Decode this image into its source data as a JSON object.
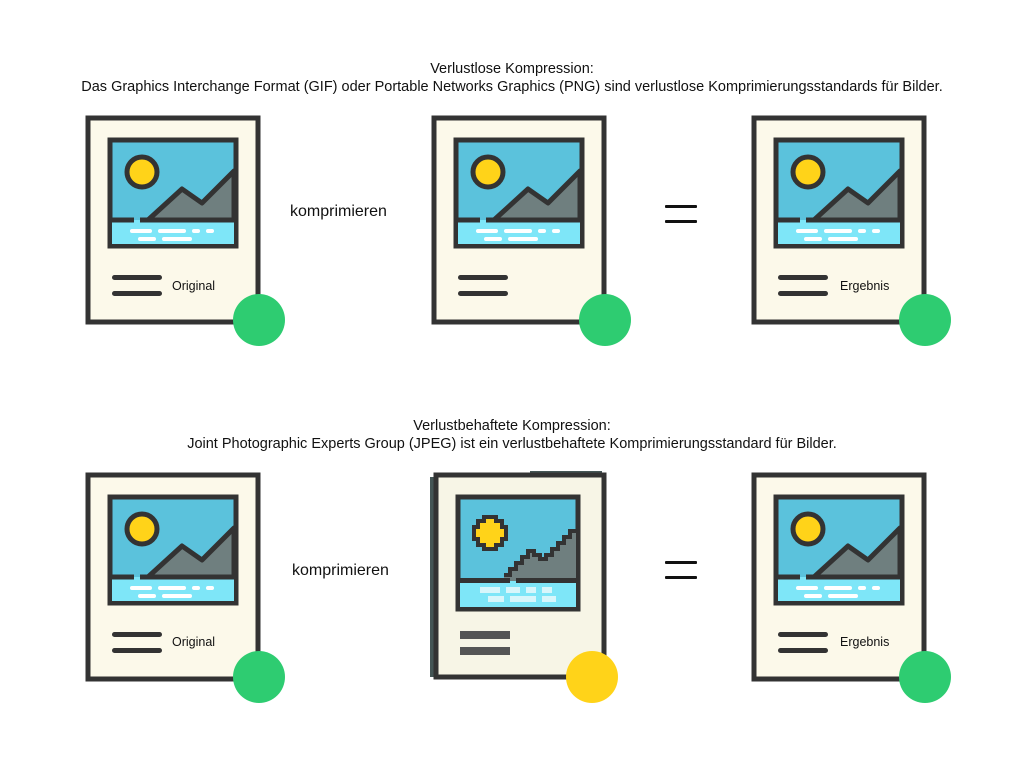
{
  "lossless": {
    "title": "Verlustlose Kompression:",
    "description": "Das Graphics Interchange Format (GIF) oder Portable Networks Graphics (PNG) sind verlustlose Komprimierungsstandards für Bilder.",
    "original_label": "Original",
    "action_label": "komprimieren",
    "result_label": "Ergebnis"
  },
  "lossy": {
    "title": "Verlustbehaftete Kompression:",
    "description": "Joint Photographic Experts Group (JPEG) ist ein verlustbehaftete Komprimierungsstandard für Bilder.",
    "original_label": "Original",
    "action_label": "komprimieren",
    "result_label": "Ergebnis"
  },
  "colors": {
    "card_fill": "#fcf9ea",
    "outline": "#333333",
    "sky": "#5bc2dc",
    "sun": "#ffd319",
    "mountain": "#6f7f7f",
    "water": "#7ee6f8",
    "status_ok": "#2ecc71",
    "status_warn": "#ffd319"
  },
  "icons": [
    "image-document-icon",
    "status-dot-icon",
    "equals-icon"
  ]
}
